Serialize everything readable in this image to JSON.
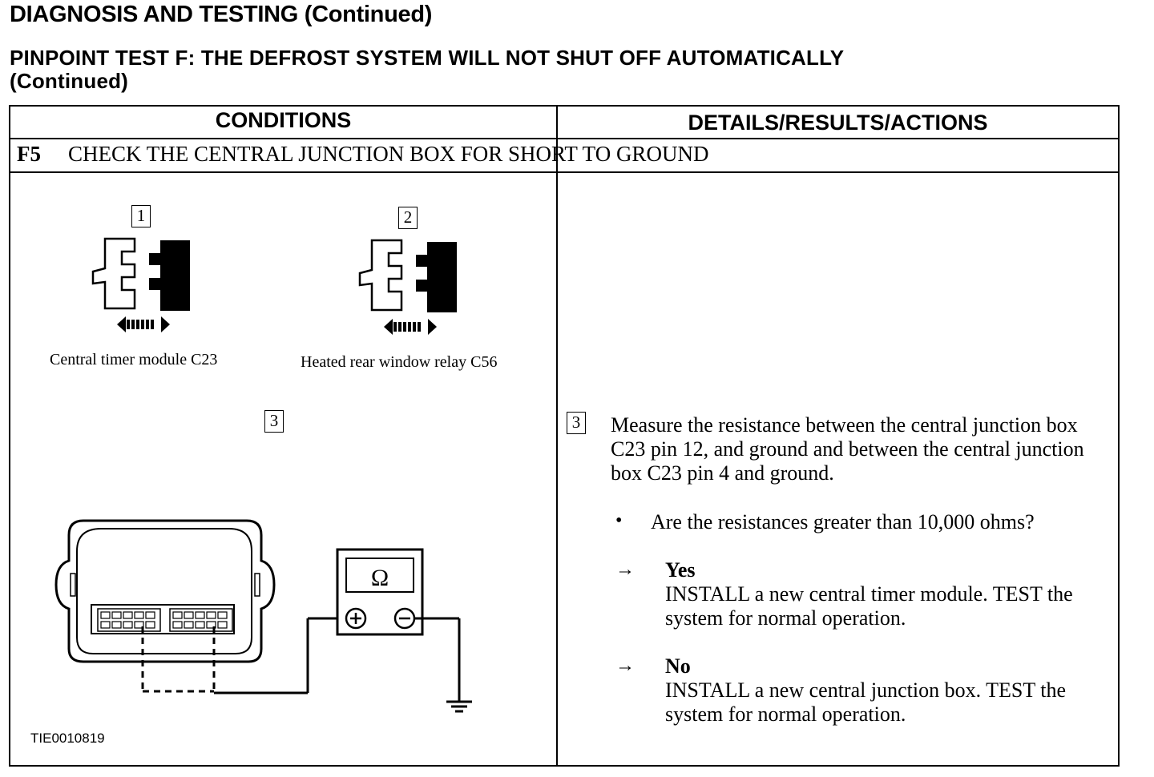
{
  "page": {
    "heading": "DIAGNOSIS AND TESTING (Continued)",
    "test_title_line1": "PINPOINT TEST F:  THE DEFROST SYSTEM WILL NOT SHUT OFF AUTOMATICALLY",
    "test_title_line2": "(Continued)"
  },
  "table": {
    "col_conditions": "CONDITIONS",
    "col_details": "DETAILS/RESULTS/ACTIONS",
    "step_code": "F5",
    "step_title": "CHECK THE CENTRAL JUNCTION BOX FOR SHORT TO GROUND"
  },
  "figure": {
    "callout_1": "1",
    "callout_2": "2",
    "callout_3": "3",
    "caption_1": "Central timer module C23",
    "caption_2": "Heated rear window relay C56",
    "meter_symbol": "Ω",
    "figure_code": "TIE0010819"
  },
  "details": {
    "step_ref": "3",
    "instruction": "Measure the resistance between the central junction box C23 pin 12, and ground and between the central junction box C23 pin 4 and ground.",
    "bullet": "•",
    "question": "Are the resistances greater than 10,000 ohms?",
    "arrow": "→",
    "yes_label": "Yes",
    "yes_action": "INSTALL a new central timer module. TEST the system for normal operation.",
    "no_label": "No",
    "no_action": "INSTALL a new central junction box. TEST the system for normal operation."
  }
}
